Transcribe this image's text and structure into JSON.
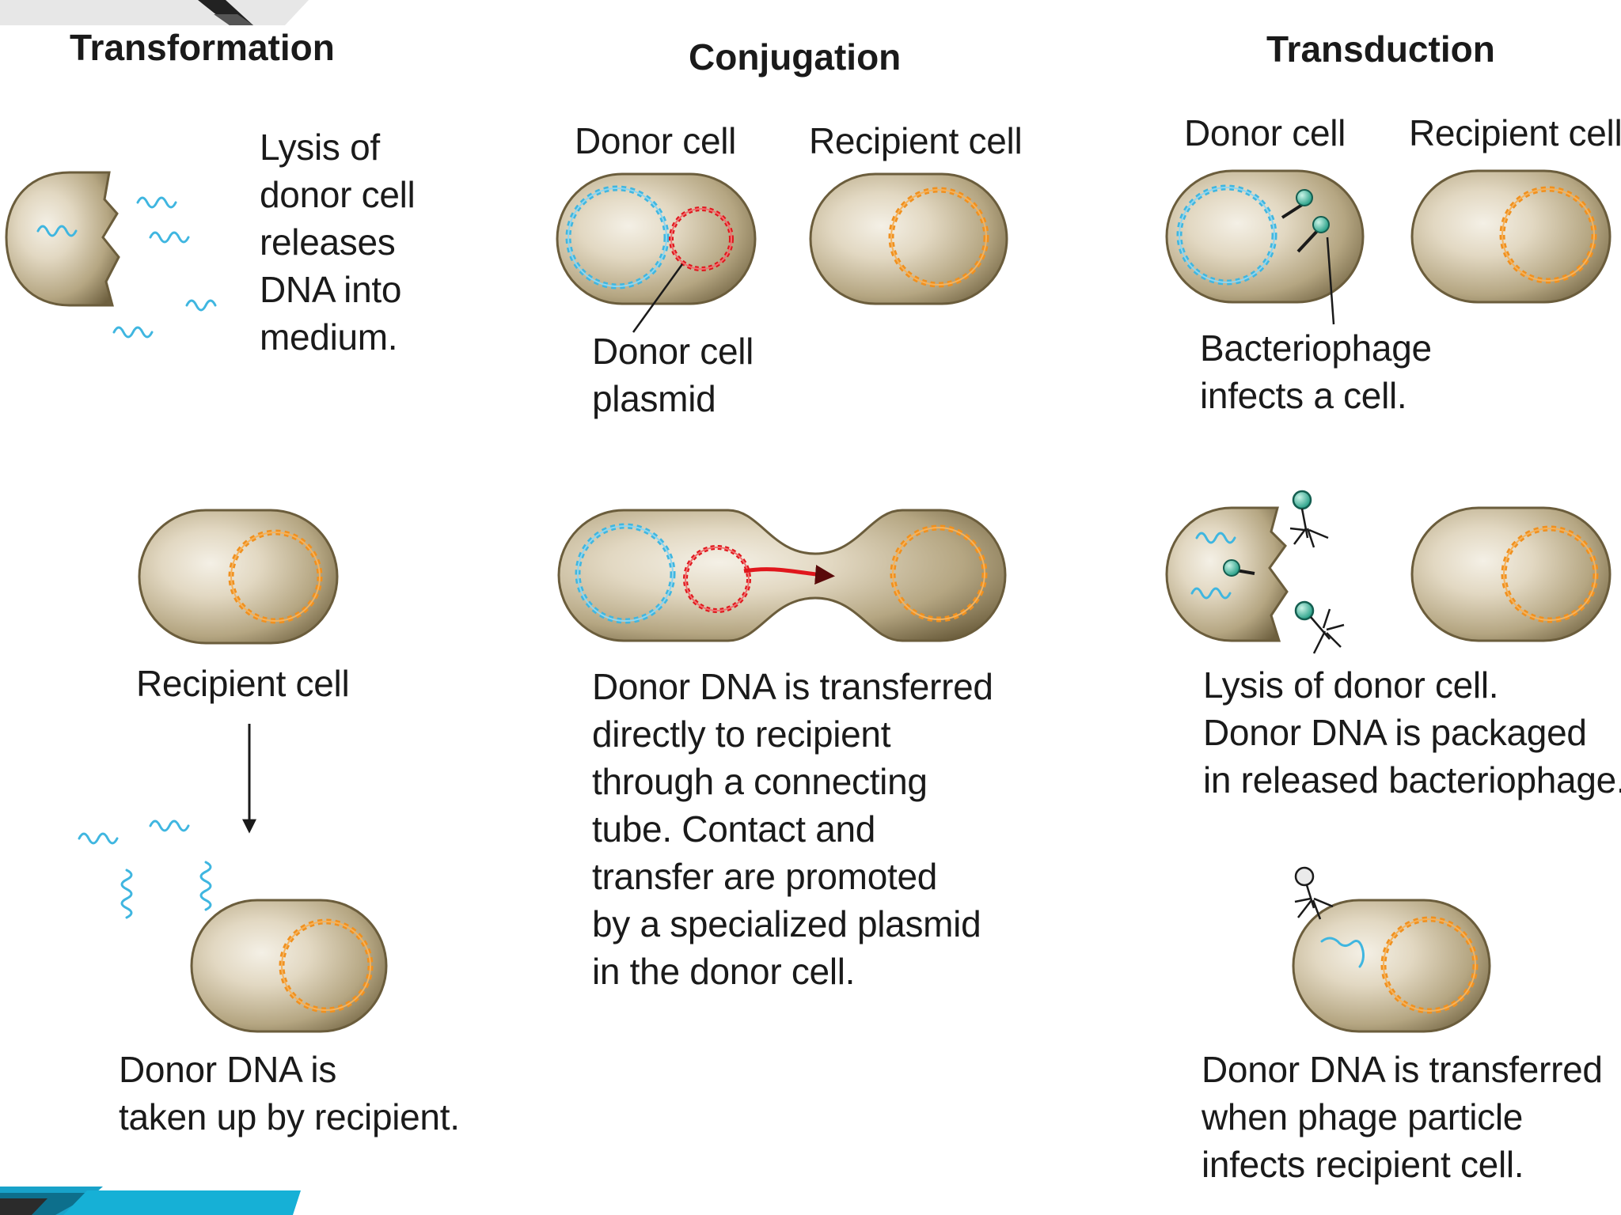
{
  "columns": {
    "transformation": {
      "title": "Transformation",
      "step1_text": "Lysis of\ndonor cell\nreleases\nDNA into\nmedium.",
      "recipient_label": "Recipient cell",
      "step3_text": "Donor DNA is\ntaken up by recipient."
    },
    "conjugation": {
      "title": "Conjugation",
      "donor_label": "Donor cell",
      "recipient_label": "Recipient cell",
      "plasmid_label": "Donor cell\nplasmid",
      "step2_text": "Donor DNA is transferred\ndirectly to recipient\nthrough a connecting\ntube. Contact and\ntransfer are promoted\nby a specialized plasmid\nin the donor cell."
    },
    "transduction": {
      "title": "Transduction",
      "donor_label": "Donor cell",
      "recipient_label": "Recipient cell",
      "step1_text": "Bacteriophage\ninfects a cell.",
      "step2_text": "Lysis of donor cell.\nDonor DNA is packaged\nin released bacteriophage.",
      "step3_text": "Donor DNA is transferred\nwhen phage particle\ninfects recipient cell."
    }
  },
  "colors": {
    "cell_body": "#b5a682",
    "cell_highlight": "#f3efe4",
    "cell_shadow": "#6b5d3c",
    "donor_chromosome": "#3fb6e0",
    "recipient_chromosome": "#f0901e",
    "plasmid": "#e0161c",
    "phage": "#2bb39a",
    "text": "#1a1a1a"
  }
}
